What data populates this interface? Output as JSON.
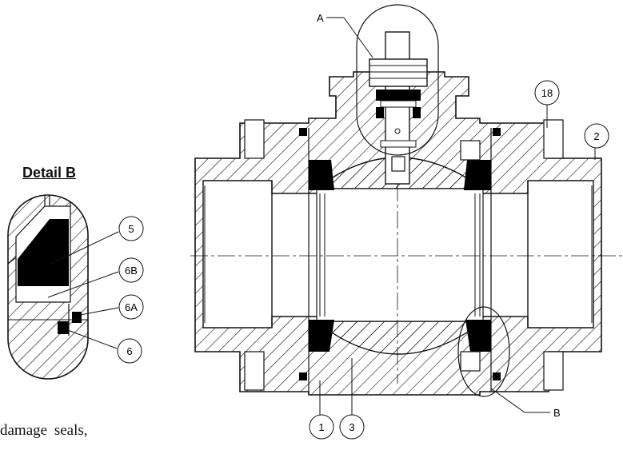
{
  "detail": {
    "title": "Detail B"
  },
  "callouts": {
    "A": "A",
    "B": "B",
    "n1": "1",
    "n2": "2",
    "n3": "3",
    "n18": "18",
    "n5": "5",
    "n6B": "6B",
    "n6A": "6A",
    "n6": "6"
  },
  "text": {
    "fragment": "damage seals,"
  },
  "colors": {
    "line": "#111111",
    "fill": "#000000",
    "background": "#ffffff"
  }
}
